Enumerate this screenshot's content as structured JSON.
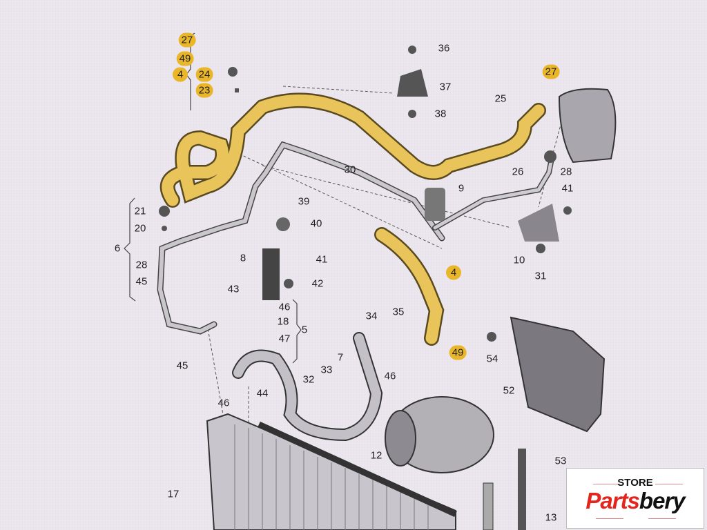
{
  "title": "Air conditioning refrigerant lines parts diagram",
  "colors": {
    "highlight": "#e9b62a",
    "hose_yellow": "#e8c45a",
    "background": "#ece7ef",
    "brand_red": "#e3261d"
  },
  "callouts": [
    {
      "num": "27",
      "hl": true
    },
    {
      "num": "49",
      "hl": true
    },
    {
      "num": "4",
      "hl": true
    },
    {
      "num": "24",
      "hl": true
    },
    {
      "num": "23",
      "hl": true
    },
    {
      "num": "36",
      "hl": false
    },
    {
      "num": "37",
      "hl": false
    },
    {
      "num": "38",
      "hl": false
    },
    {
      "num": "27",
      "hl": true
    },
    {
      "num": "25",
      "hl": false
    },
    {
      "num": "26",
      "hl": false
    },
    {
      "num": "28",
      "hl": false
    },
    {
      "num": "30",
      "hl": false
    },
    {
      "num": "9",
      "hl": false
    },
    {
      "num": "41",
      "hl": false
    },
    {
      "num": "39",
      "hl": false
    },
    {
      "num": "40",
      "hl": false
    },
    {
      "num": "21",
      "hl": false
    },
    {
      "num": "20",
      "hl": false
    },
    {
      "num": "6",
      "hl": false
    },
    {
      "num": "28",
      "hl": false
    },
    {
      "num": "45",
      "hl": false
    },
    {
      "num": "8",
      "hl": false
    },
    {
      "num": "41",
      "hl": false
    },
    {
      "num": "42",
      "hl": false
    },
    {
      "num": "4",
      "hl": true
    },
    {
      "num": "10",
      "hl": false
    },
    {
      "num": "31",
      "hl": false
    },
    {
      "num": "46",
      "hl": false
    },
    {
      "num": "18",
      "hl": false
    },
    {
      "num": "47",
      "hl": false
    },
    {
      "num": "5",
      "hl": false
    },
    {
      "num": "43",
      "hl": false
    },
    {
      "num": "34",
      "hl": false
    },
    {
      "num": "35",
      "hl": false
    },
    {
      "num": "49",
      "hl": true
    },
    {
      "num": "54",
      "hl": false
    },
    {
      "num": "45",
      "hl": false
    },
    {
      "num": "7",
      "hl": false
    },
    {
      "num": "33",
      "hl": false
    },
    {
      "num": "32",
      "hl": false
    },
    {
      "num": "46",
      "hl": false
    },
    {
      "num": "44",
      "hl": false
    },
    {
      "num": "46",
      "hl": false
    },
    {
      "num": "52",
      "hl": false
    },
    {
      "num": "12",
      "hl": false
    },
    {
      "num": "53",
      "hl": false
    },
    {
      "num": "17",
      "hl": false
    },
    {
      "num": "13",
      "hl": false
    }
  ],
  "logo": {
    "store": "STORE",
    "brand_part1": "Parts",
    "brand_part2": "bery"
  }
}
